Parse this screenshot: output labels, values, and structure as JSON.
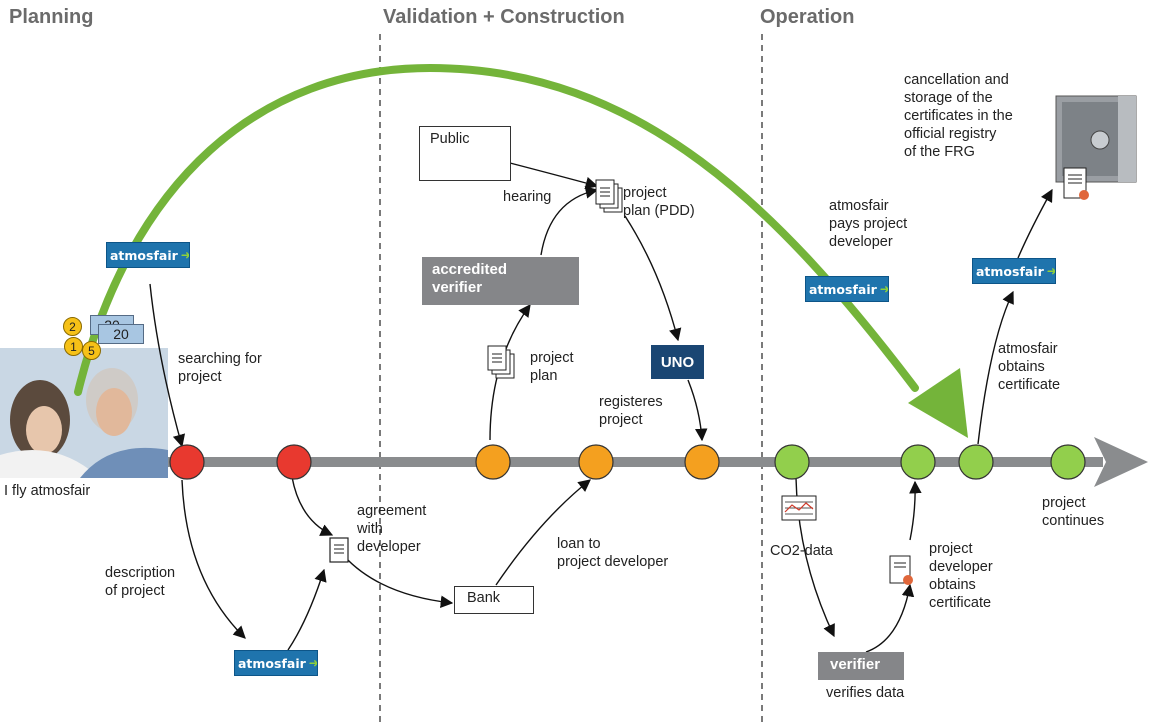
{
  "phases": {
    "planning": "Planning",
    "validation": "Validation + Construction",
    "operation": "Operation"
  },
  "labels": {
    "i_fly": "I fly atmosfair",
    "searching_1": "searching for",
    "searching_2": "project",
    "description_1": "description",
    "description_2": "of project",
    "agreement_1": "agreement",
    "agreement_2": "with",
    "agreement_3": "developer",
    "public": "Public",
    "hearing": "hearing",
    "project_plan_pdd_1": "project",
    "project_plan_pdd_2": "plan (PDD)",
    "accredited_1": "accredited",
    "accredited_2": "verifier",
    "project_plan_1": "project",
    "project_plan_2": "plan",
    "uno": "UNO",
    "registers_1": "registeres",
    "registers_2": "project",
    "loan_1": "loan to",
    "loan_2": "project developer",
    "bank": "Bank",
    "co2": "CO2-data",
    "verifier": "verifier",
    "verifies": "verifies data",
    "dev_cert_1": "project",
    "dev_cert_2": "developer",
    "dev_cert_3": "obtains",
    "dev_cert_4": "certificate",
    "pays_1": "atmosfair",
    "pays_2": "pays project",
    "pays_3": "developer",
    "obtains_1": "atmosfair",
    "obtains_2": "obtains",
    "obtains_3": "certificate",
    "cancel_1": "cancellation and",
    "cancel_2": "storage of the",
    "cancel_3": "certificates in the",
    "cancel_4": "official registry",
    "cancel_5": "of the FRG",
    "continues_1": "project",
    "continues_2": "continues"
  },
  "logo_text": "atmosfair",
  "money": {
    "notes": [
      "20",
      "20"
    ],
    "coins": [
      "2",
      "1",
      "5"
    ]
  },
  "colors": {
    "red": "#e8392f",
    "orange": "#f4a01f",
    "green": "#92cf4c",
    "timeline": "#8a8c8e",
    "big_arrow": "#74b43a",
    "logo_blue": "#1f74ad",
    "uno_navy": "#1a4673",
    "gray_box": "#858689"
  },
  "icons": [
    "document-icon",
    "stacked-documents-icon",
    "certificate-icon",
    "data-chart-icon",
    "safe-icon",
    "people-photo",
    "money-icon"
  ]
}
